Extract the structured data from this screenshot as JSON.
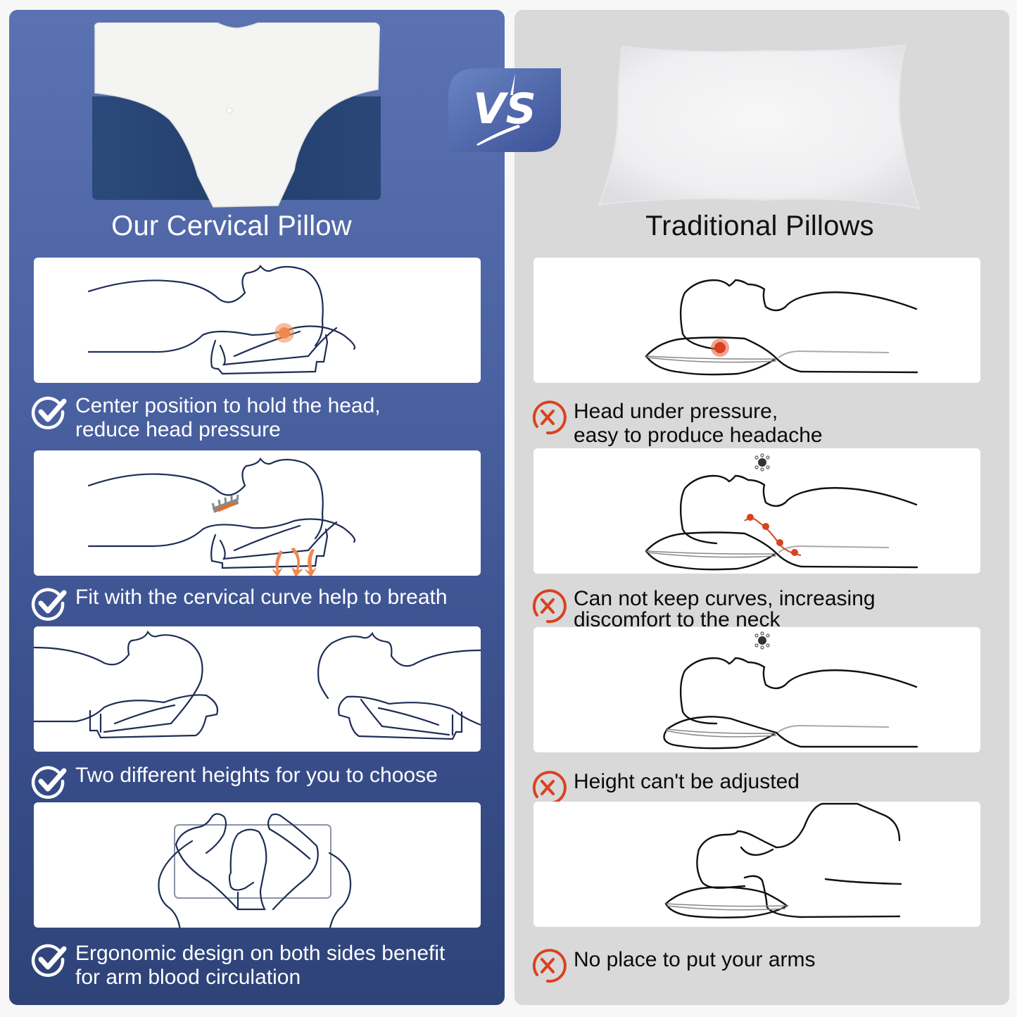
{
  "colors": {
    "left_panel": "#4c63a3",
    "right_panel": "#d9d9d9",
    "check_icon": "#ffffff",
    "cross_icon": "#d9421e",
    "pressure_point": "#f0884e",
    "line_navy": "#1e2d55",
    "line_black": "#111111"
  },
  "vs_badge": {
    "label": "VS"
  },
  "left": {
    "title": "Our Cervical Pillow",
    "product_image": "cervical-pillow",
    "features": [
      {
        "icon": "check-circle-icon",
        "lines": [
          "Center position to hold the head,",
          "reduce head pressure"
        ],
        "illustration": "head-on-cervical-pillow-pressure-point"
      },
      {
        "icon": "check-circle-icon",
        "lines": [
          "Fit with the cervical curve help to breath"
        ],
        "illustration": "cervical-spine-with-airflow-arrows"
      },
      {
        "icon": "check-circle-icon",
        "lines": [
          "Two different heights for you to choose"
        ],
        "illustration": "two-pillow-heights"
      },
      {
        "icon": "check-circle-icon",
        "lines": [
          "Ergonomic design on both sides benefit",
          "for arm blood circulation"
        ],
        "illustration": "arms-around-pillow-top-view"
      }
    ]
  },
  "right": {
    "title": "Traditional Pillows",
    "product_image": "traditional-pillow",
    "features": [
      {
        "icon": "x-circle-icon",
        "lines": [
          "Head under pressure,",
          "easy to produce headache"
        ],
        "illustration": "head-on-flat-pillow-pressure-point"
      },
      {
        "icon": "x-circle-icon",
        "lines": [
          "Can not keep curves, increasing",
          "discomfort to the neck"
        ],
        "illustration": "neck-curve-misaligned"
      },
      {
        "icon": "x-circle-icon",
        "lines": [
          "Height can't be adjusted"
        ],
        "illustration": "fixed-height-pillow"
      },
      {
        "icon": "x-circle-icon",
        "lines": [
          "No place to put your arms"
        ],
        "illustration": "side-sleeper-no-arm-space"
      }
    ]
  }
}
